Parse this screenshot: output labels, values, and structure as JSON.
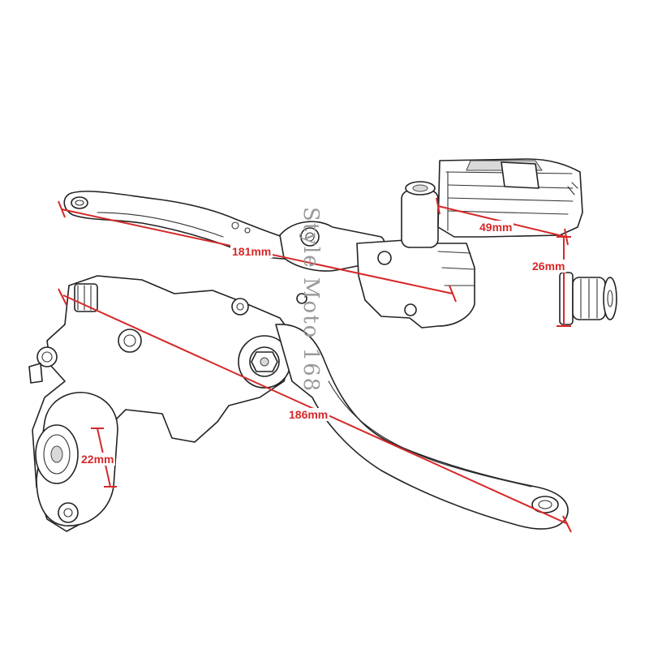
{
  "dimensions": {
    "upper_lever_length": "181mm",
    "reservoir_width": "49mm",
    "reservoir_height": "26mm",
    "lower_lever_length": "186mm",
    "clutch_body_diameter": "22mm"
  },
  "watermark": "Style Moto 168",
  "colors": {
    "dimension": "#d62828",
    "line": "#222222",
    "background": "#ffffff"
  }
}
